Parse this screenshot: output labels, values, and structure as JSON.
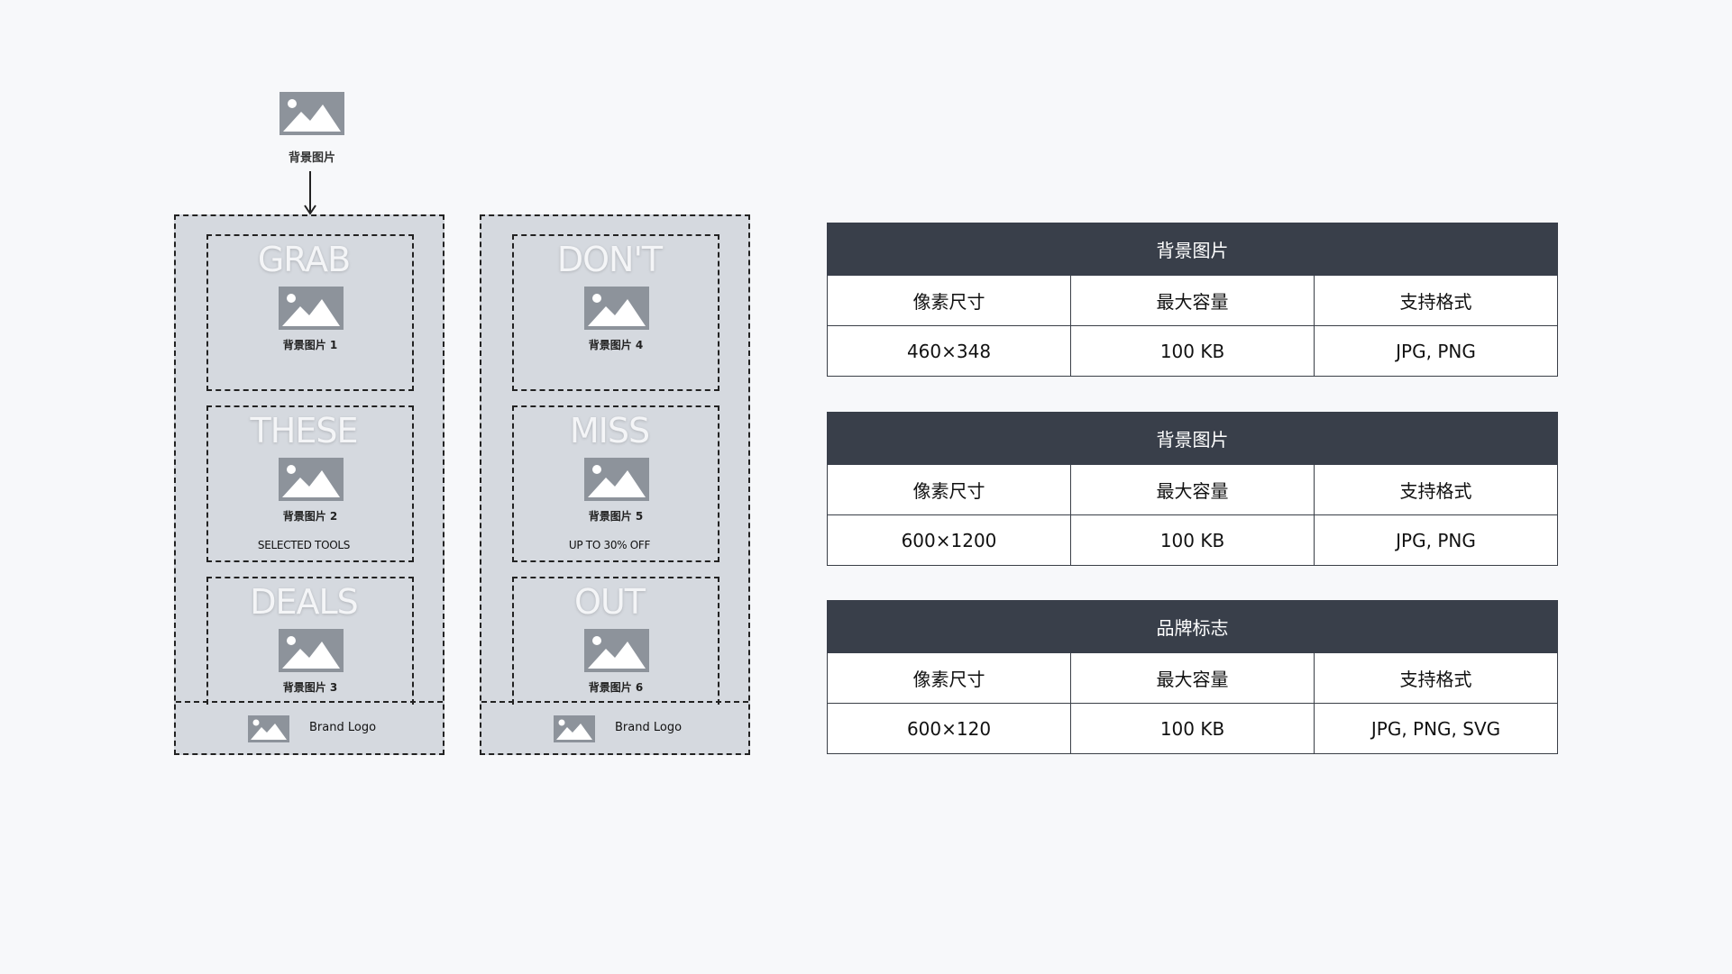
{
  "top": {
    "icon": "image-icon",
    "label": "背景图片"
  },
  "columns": [
    {
      "panels": [
        {
          "headline": "GRAB",
          "label": "背景图片 1",
          "sub": ""
        },
        {
          "headline": "THESE",
          "label": "背景图片 2",
          "sub": "SELECTED TOOLS"
        },
        {
          "headline": "DEALS",
          "label": "背景图片 3",
          "sub": ""
        }
      ],
      "brand": "Brand Logo"
    },
    {
      "panels": [
        {
          "headline": "DON'T",
          "label": "背景图片 4",
          "sub": ""
        },
        {
          "headline": "MISS",
          "label": "背景图片 5",
          "sub": "UP TO 30% OFF"
        },
        {
          "headline": "OUT",
          "label": "背景图片 6",
          "sub": ""
        }
      ],
      "brand": "Brand Logo"
    }
  ],
  "tables": [
    {
      "title": "背景图片",
      "headers": [
        "像素尺寸",
        "最大容量",
        "支持格式"
      ],
      "row": [
        "460×348",
        "100 KB",
        "JPG, PNG"
      ]
    },
    {
      "title": "背景图片",
      "headers": [
        "像素尺寸",
        "最大容量",
        "支持格式"
      ],
      "row": [
        "600×1200",
        "100 KB",
        "JPG, PNG"
      ]
    },
    {
      "title": "品牌标志",
      "headers": [
        "像素尺寸",
        "最大容量",
        "支持格式"
      ],
      "row": [
        "600×120",
        "100 KB",
        "JPG, PNG, SVG"
      ]
    }
  ],
  "colors": {
    "table_header": "#393f4a",
    "column_fill": "#d5d9df",
    "placeholder_icon": "#8d939b"
  }
}
